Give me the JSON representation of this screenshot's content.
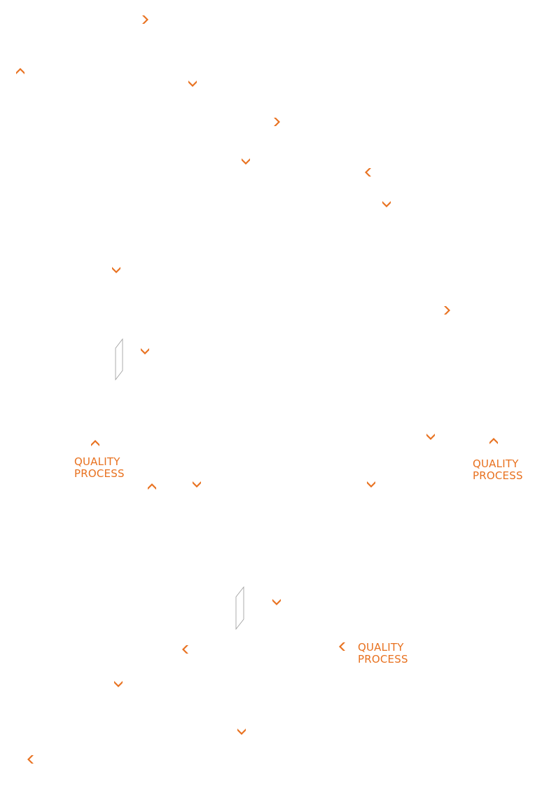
{
  "colors": {
    "accent": "#E8711F",
    "outline": "#9a9a9a"
  },
  "icons": {
    "right": "chevron-right-icon",
    "left": "chevron-left-icon",
    "up": "chevron-up-icon",
    "down": "chevron-down-icon"
  },
  "labels": [
    {
      "line1": "QUALITY",
      "line2": "PROCESS"
    },
    {
      "line1": "QUALITY",
      "line2": "PROCESS"
    },
    {
      "line1": "QUALITY",
      "line2": "PROCESS"
    }
  ]
}
